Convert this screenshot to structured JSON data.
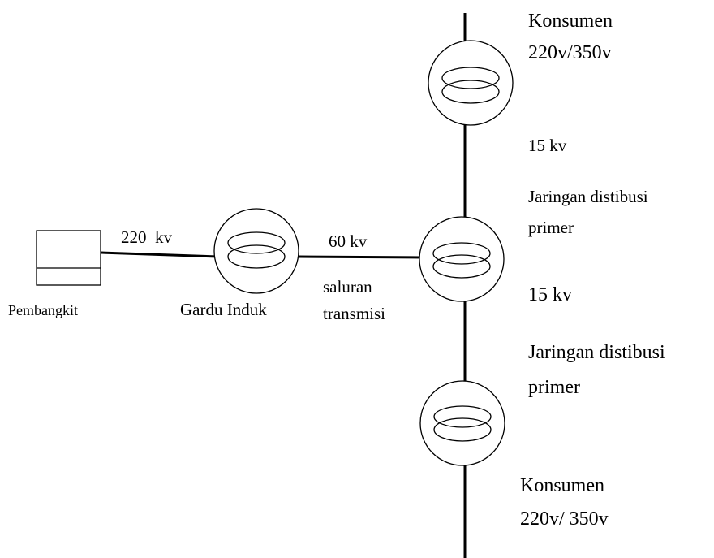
{
  "labels": {
    "pembangkit": "Pembangkit",
    "gardu_induk": "Gardu Induk",
    "voltage_220kv": "220  kv",
    "voltage_60kv": "60 kv",
    "saluran_line1": "saluran",
    "saluran_line2": "transmisi",
    "konsumen_top_line1": "Konsumen",
    "konsumen_top_line2": "220v/350v",
    "kv15_top": "15 kv",
    "jaringan_top_line1": "Jaringan distibusi",
    "jaringan_top_line2": "primer",
    "kv15_bottom": "15 kv",
    "jaringan_bottom_line1": "Jaringan distibusi",
    "jaringan_bottom_line2": "primer",
    "konsumen_bottom_line1": "Konsumen",
    "konsumen_bottom_line2": "220v/ 350v"
  }
}
